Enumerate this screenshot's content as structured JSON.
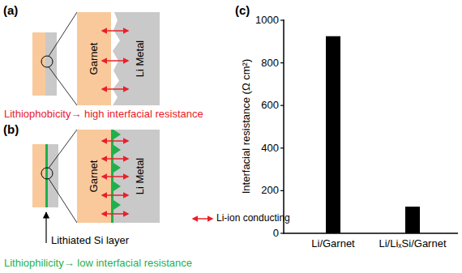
{
  "diagram": {
    "nodes": [
      {
        "text": [
          "Garnet"
        ]
      },
      {
        "text": [
          "Li Metal"
        ]
      },
      {
        "text": [
          "Garnet"
        ]
      },
      {
        "text": [
          "Li Metal"
        ]
      }
    ],
    "labels": [
      "(a)",
      "Lithiophobicity→ high interfacial resistance",
      "(b)",
      "Lithiated Si layer",
      "Lithiophilicity→ low interfacial resistance",
      "(c)",
      "Interfacial resistance (Ω cm²)",
      "0",
      "200",
      "400",
      "600",
      "800",
      "1000",
      "Li/Garnet",
      "Li/LiₓSi/Garnet"
    ],
    "legend": [
      {
        "text": "Li-ion conducting"
      }
    ]
  }
}
